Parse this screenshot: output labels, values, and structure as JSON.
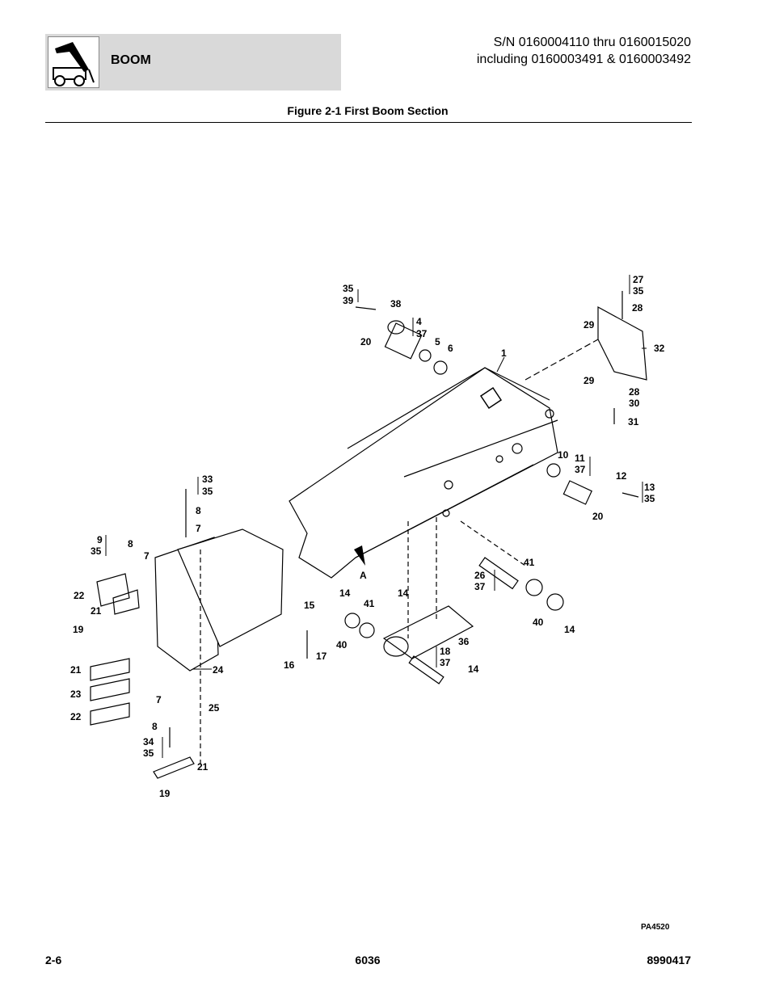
{
  "header": {
    "section_title": "BOOM",
    "serial_line_1": "S/N 0160004110 thru 0160015020",
    "serial_line_2": "including 0160003491 & 0160003492",
    "figure_title": "Figure 2-1 First Boom Section",
    "logo_icon": "telehandler-boom-icon"
  },
  "callouts": {
    "c1": "1",
    "c4": "4",
    "c5": "5",
    "c6": "6",
    "c7a": "7",
    "c7b": "7",
    "c7c": "7",
    "c8a": "8",
    "c8b": "8",
    "c8c": "8",
    "c9": "9",
    "c10": "10",
    "c11": "11",
    "c12": "12",
    "c13": "13",
    "c14a": "14",
    "c14b": "14",
    "c14c": "14",
    "c14d": "14",
    "c15": "15",
    "c16": "16",
    "c17": "17",
    "c18": "18",
    "c19a": "19",
    "c19b": "19",
    "c20a": "20",
    "c20b": "20",
    "c21a": "21",
    "c21b": "21",
    "c21c": "21",
    "c22a": "22",
    "c22b": "22",
    "c23": "23",
    "c24": "24",
    "c25": "25",
    "c26": "26",
    "c27": "27",
    "c28a": "28",
    "c28b": "28",
    "c29a": "29",
    "c29b": "29",
    "c30": "30",
    "c31": "31",
    "c32": "32",
    "c33": "33",
    "c34": "34",
    "c35a": "35",
    "c35b": "35",
    "c35c": "35",
    "c35d": "35",
    "c35e": "35",
    "c35f": "35",
    "c36": "36",
    "c37a": "37",
    "c37b": "37",
    "c37c": "37",
    "c37d": "37",
    "c38": "38",
    "c39": "39",
    "c40a": "40",
    "c40b": "40",
    "c41a": "41",
    "c41b": "41",
    "cA": "A"
  },
  "drawing_code": "PA4520",
  "footer": {
    "page_number": "2-6",
    "model": "6036",
    "manual_number": "8990417"
  }
}
